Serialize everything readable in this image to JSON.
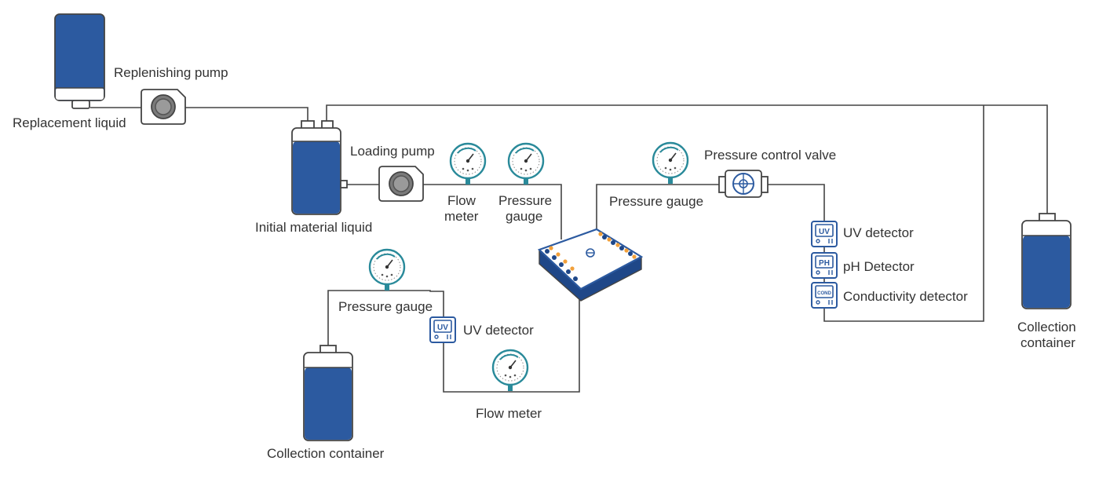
{
  "colors": {
    "liquid": "#2c5aa0",
    "liquid_dark": "#1f4788",
    "line": "#444444",
    "gauge_teal": "#2a8a9a",
    "port_orange": "#f2a03a",
    "pump_gray": "#888888",
    "text": "#333333"
  },
  "labels": {
    "replacement_liquid": "Replacement liquid",
    "replenishing_pump": "Replenishing pump",
    "initial_material_liquid": "Initial material liquid",
    "loading_pump": "Loading pump",
    "flow_meter_top_1": "Flow",
    "flow_meter_top_2": "meter",
    "pressure_gauge_top_1": "Pressure",
    "pressure_gauge_top_2": "gauge",
    "pressure_gauge_right": "Pressure gauge",
    "pressure_control_valve": "Pressure control valve",
    "uv_detector_right": "UV detector",
    "ph_detector": "pH Detector",
    "conductivity_detector": "Conductivity detector",
    "collection_container_right_1": "Collection",
    "collection_container_right_2": "container",
    "pressure_gauge_bottom": "Pressure gauge",
    "uv_detector_bottom": "UV detector",
    "flow_meter_bottom": "Flow meter",
    "collection_container_bottom": "Collection container"
  },
  "detector_marks": {
    "uv": "UV",
    "ph": "PH",
    "cond": "COND"
  },
  "icons": [
    "bottle-icon",
    "pump-icon",
    "gauge-icon",
    "valve-icon",
    "detector-icon",
    "module-icon"
  ]
}
